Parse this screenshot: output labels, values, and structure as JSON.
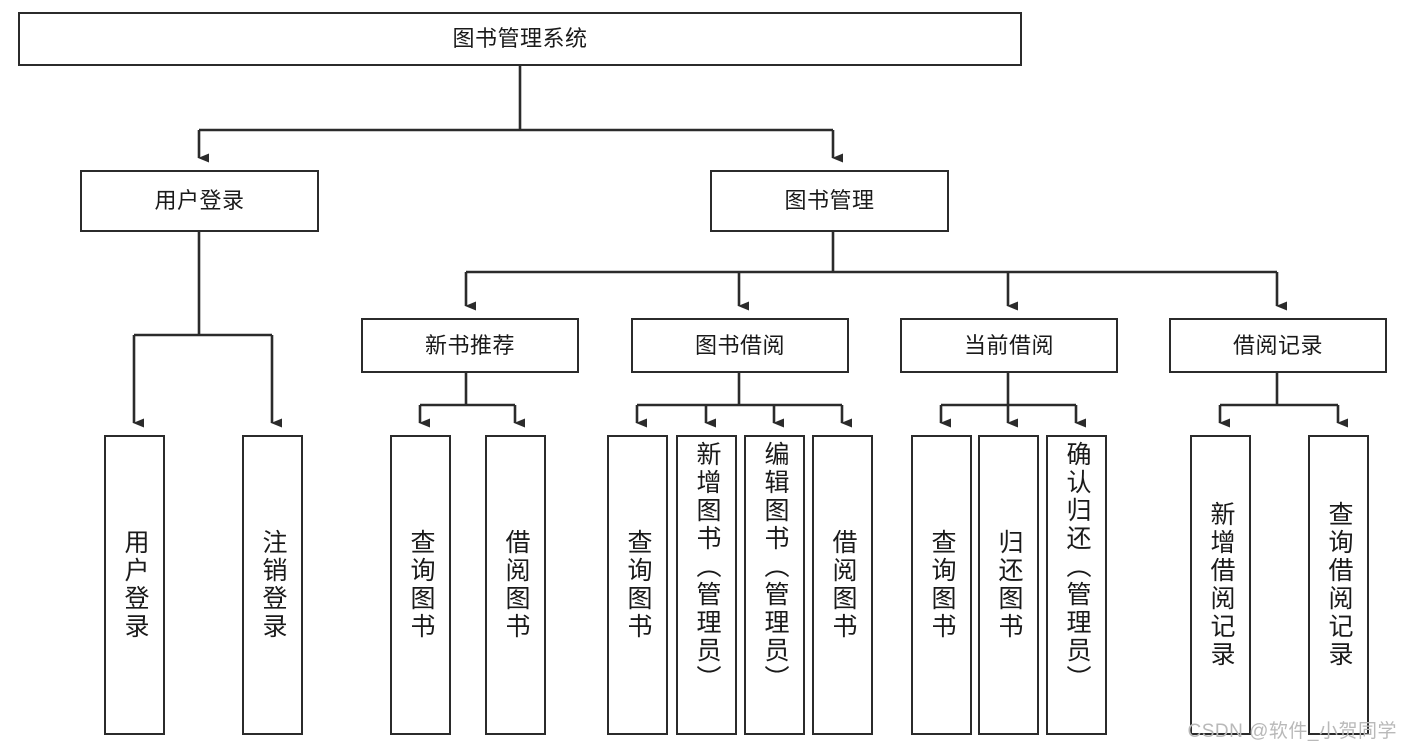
{
  "diagram": {
    "title": "图书管理系统",
    "type": "tree-hierarchy-diagram",
    "root": {
      "label": "图书管理系统"
    },
    "level2": [
      {
        "label": "用户登录"
      },
      {
        "label": "图书管理"
      }
    ],
    "level3": [
      {
        "label": "新书推荐"
      },
      {
        "label": "图书借阅"
      },
      {
        "label": "当前借阅"
      },
      {
        "label": "借阅记录"
      }
    ],
    "leaves": {
      "user_login": [
        {
          "label": "用户登录"
        },
        {
          "label": "注销登录"
        }
      ],
      "new_book_recommend": [
        {
          "label": "查询图书"
        },
        {
          "label": "借阅图书"
        }
      ],
      "book_borrow": [
        {
          "label": "查询图书"
        },
        {
          "label": "新增图书（管理员）"
        },
        {
          "label": "编辑图书（管理员）"
        },
        {
          "label": "借阅图书"
        }
      ],
      "current_borrow": [
        {
          "label": "查询图书"
        },
        {
          "label": "归还图书"
        },
        {
          "label": "确认归还（管理员）"
        }
      ],
      "borrow_record": [
        {
          "label": "新增借阅记录"
        },
        {
          "label": "查询借阅记录"
        }
      ]
    }
  },
  "watermark": {
    "text": "CSDN @软件_小贺同学"
  },
  "colors": {
    "border": "#2b2b2b",
    "text": "#1a1a1a",
    "background": "#ffffff",
    "connector": "#2b2b2b",
    "watermark": "#b9b9b9"
  }
}
